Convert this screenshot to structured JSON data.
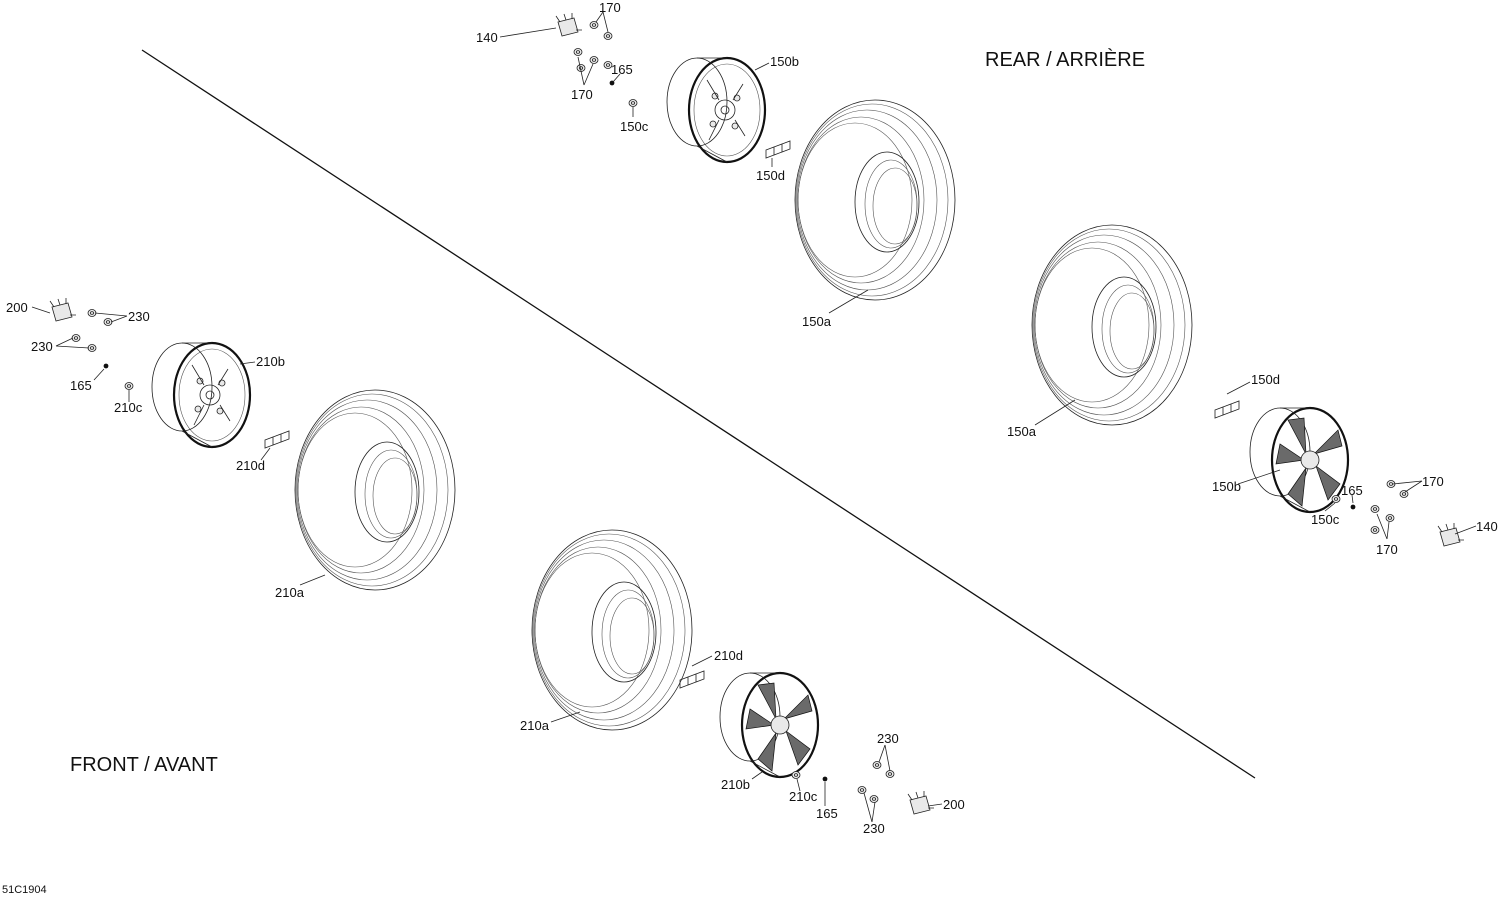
{
  "diagram_code": "51C1904",
  "sections": {
    "rear": "REAR / ARRIÈRE",
    "front": "FRONT / AVANT"
  },
  "callouts": {
    "c140a": "140",
    "c170a": "170",
    "c170b": "170",
    "c165a": "165",
    "c150c_a": "150c",
    "c150b_a": "150b",
    "c150d_a": "150d",
    "c150a_a": "150a",
    "c150a_b": "150a",
    "c150d_b": "150d",
    "c150b_b": "150b",
    "c150c_b": "150c",
    "c165b": "165",
    "c170c": "170",
    "c170d": "170",
    "c140b": "140",
    "c200a": "200",
    "c230a": "230",
    "c230b": "230",
    "c165c": "165",
    "c210c_a": "210c",
    "c210b_a": "210b",
    "c210d_a": "210d",
    "c210a_a": "210a",
    "c210a_b": "210a",
    "c210d_b": "210d",
    "c210b_b": "210b",
    "c210c_b": "210c",
    "c165d": "165",
    "c230c": "230",
    "c230d": "230",
    "c200b": "200"
  }
}
